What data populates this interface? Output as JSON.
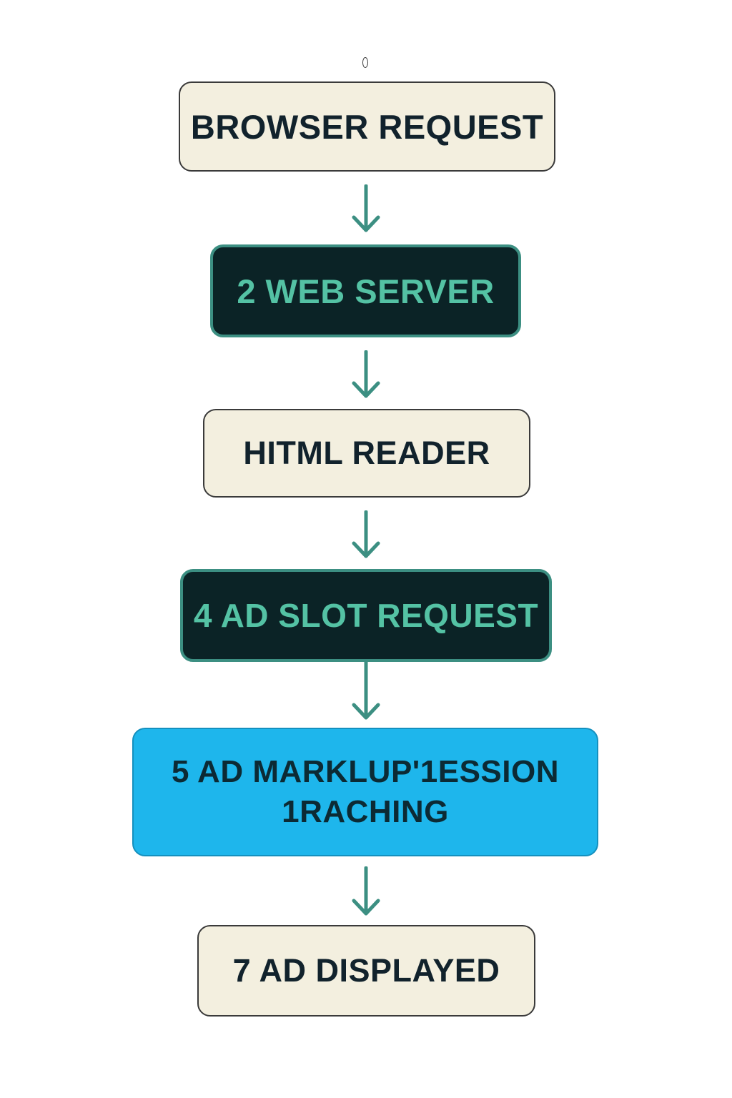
{
  "diagram": {
    "steps": [
      {
        "label": "BROWSER REQUEST",
        "style": "light"
      },
      {
        "label": "2 WEB SERVER",
        "style": "dark"
      },
      {
        "label": "HITML READER",
        "style": "light"
      },
      {
        "label": "4 AD SLOT REQUEST",
        "style": "dark"
      },
      {
        "label": "5 AD MARKLUP'1ESSION\n1RACHING",
        "style": "blue"
      },
      {
        "label": "7 AD DISPLAYED",
        "style": "light"
      }
    ],
    "colors": {
      "arrow": "#3c8f82",
      "light_fill": "#f3efdf",
      "dark_fill": "#0b2326",
      "dark_text": "#54c2a4",
      "blue_fill": "#1eb6ec",
      "text_dark": "#11222c"
    }
  }
}
